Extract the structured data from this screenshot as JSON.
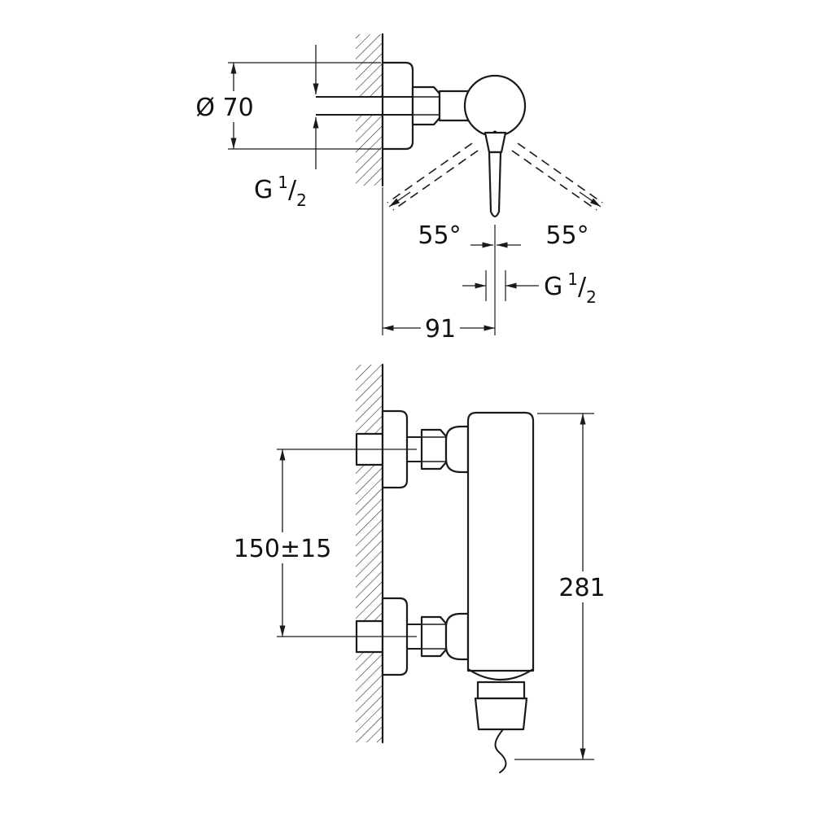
{
  "drawing": {
    "side_view": {
      "diameter_label": "Ø 70",
      "angle_left_label": "55°",
      "angle_right_label": "55°",
      "wall_to_center_label": "91",
      "inlet_thread": {
        "prefix": "G",
        "numerator": "1",
        "slash": "/",
        "denominator": "2"
      },
      "outlet_thread": {
        "prefix": "G",
        "numerator": "1",
        "slash": "/",
        "denominator": "2"
      }
    },
    "front_view": {
      "connection_spacing_label": "150±15",
      "overall_height_label": "281"
    },
    "colors": {
      "line": "#1a1a1a",
      "background": "#ffffff"
    }
  }
}
